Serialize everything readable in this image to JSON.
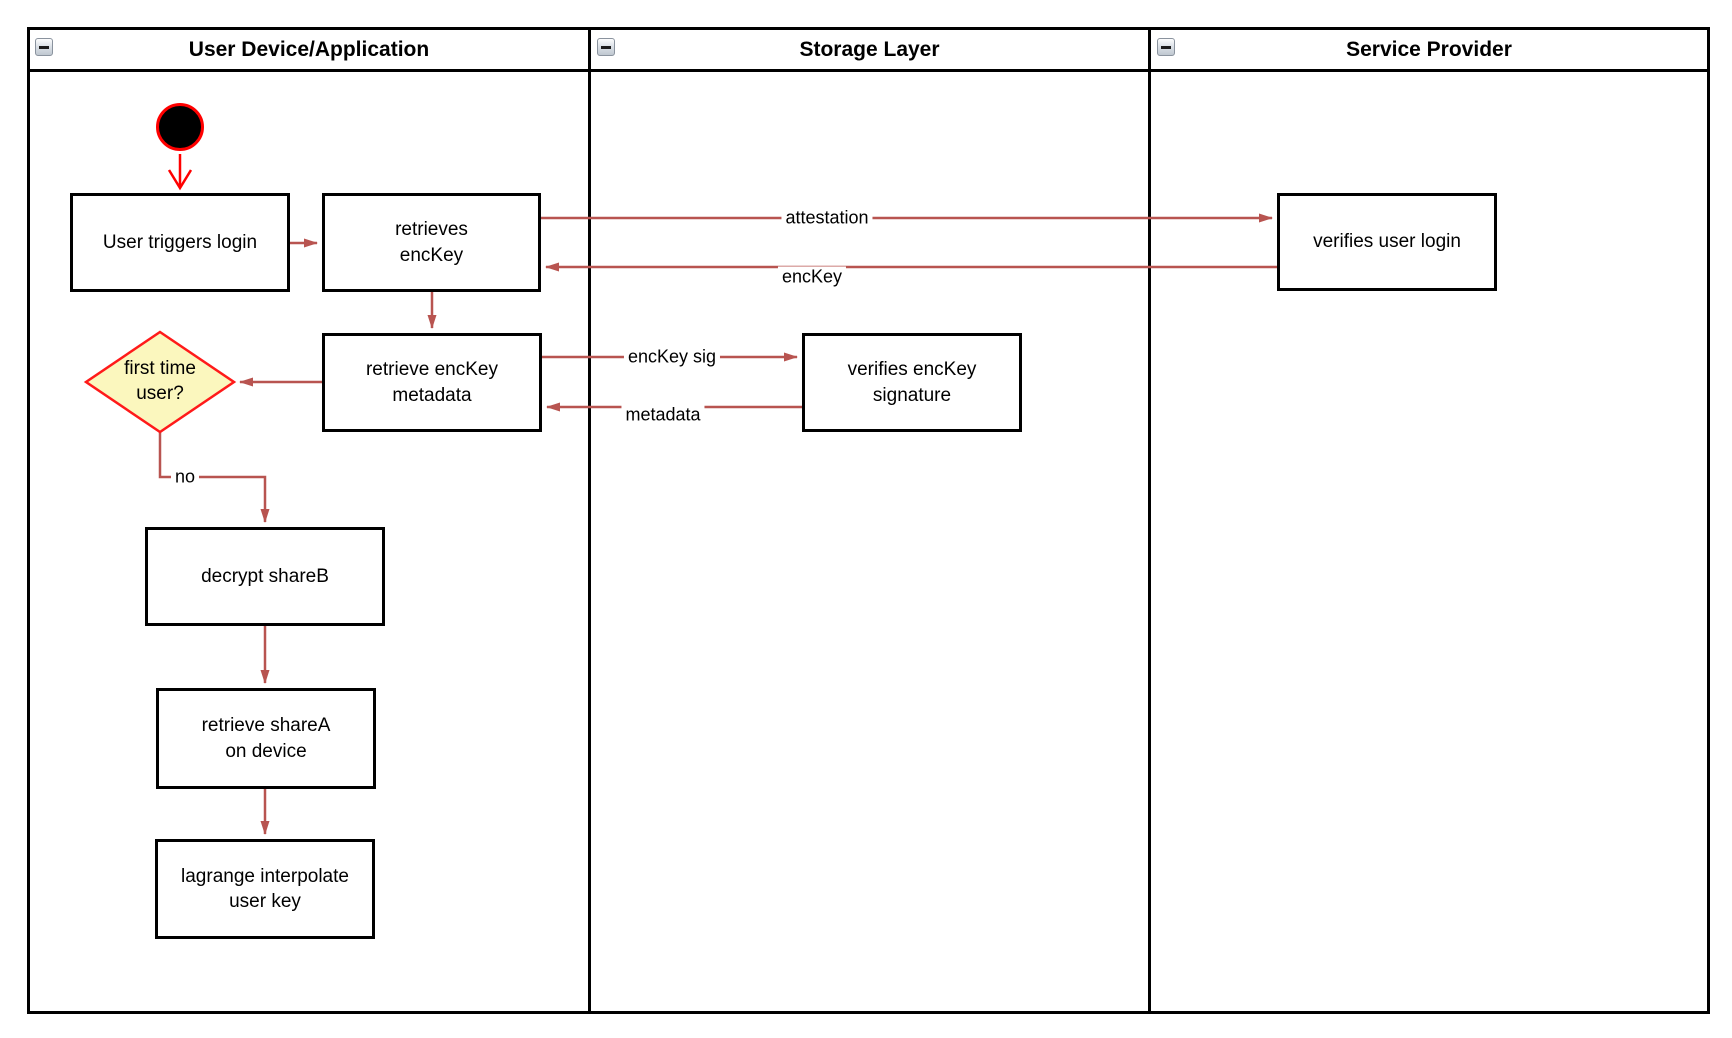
{
  "lanes": [
    {
      "title": "User Device/Application"
    },
    {
      "title": "Storage Layer"
    },
    {
      "title": "Service Provider"
    }
  ],
  "icons": {
    "lane_collapse": "minus-box"
  },
  "nodes": {
    "user_triggers_login": "User triggers login",
    "retrieves_enckey": "retrieves\nencKey",
    "retrieve_enckey_metadata": "retrieve encKey\nmetadata",
    "first_time_user": "first time\nuser?",
    "decrypt_shareb": "decrypt shareB",
    "retrieve_sharea": "retrieve shareA\non device",
    "lagrange_interpolate": "lagrange interpolate\nuser key",
    "verifies_enckey_signature": "verifies encKey\nsignature",
    "verifies_user_login": "verifies user login"
  },
  "edge_labels": {
    "attestation": "attestation",
    "enckey": "encKey",
    "enckey_sig": "encKey sig",
    "metadata": "metadata",
    "no": "no"
  },
  "colors": {
    "edge": "#B85450",
    "start_accent": "#FF0000",
    "decision_fill": "#FBF7BE",
    "decision_stroke": "#FF1A1A",
    "node_border": "#000000"
  }
}
